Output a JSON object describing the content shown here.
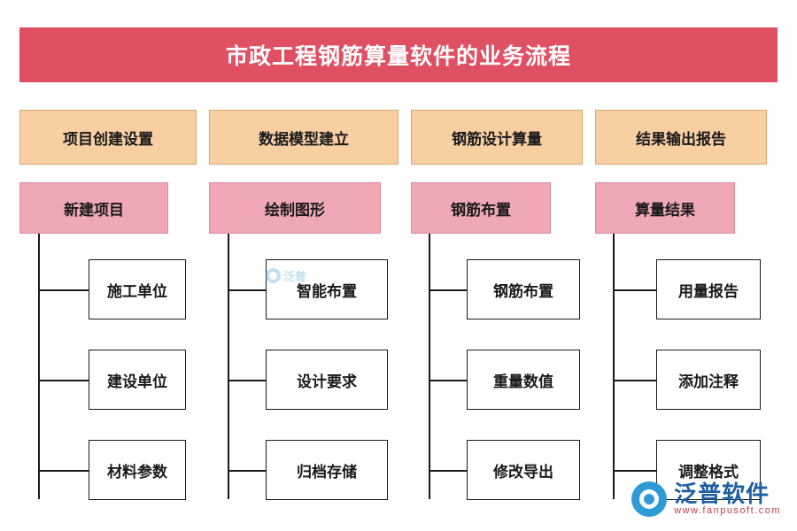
{
  "title": {
    "text": "市政工程钢筋算量软件的业务流程"
  },
  "colors": {
    "banner": "#e05063",
    "level1": "#f8cfa2",
    "level2": "#f0a8b4",
    "leaf": "#ffffff",
    "line": "#1a1a1a",
    "logo_blue": "#2f9bd6",
    "logo_text": "#1f5fa0",
    "logo_en": "#c23c4c"
  },
  "columns": [
    {
      "level1": "项目创建设置",
      "level2": "新建项目",
      "leaves": [
        "施工单位",
        "建设单位",
        "材料参数"
      ]
    },
    {
      "level1": "数据模型建立",
      "level2": "绘制图形",
      "leaves": [
        "智能布置",
        "设计要求",
        "归档存储"
      ]
    },
    {
      "level1": "钢筋设计算量",
      "level2": "钢筋布置",
      "leaves": [
        "钢筋布置",
        "重量数值",
        "修改导出"
      ]
    },
    {
      "level1": "结果输出报告",
      "level2": "算量结果",
      "leaves": [
        "用量报告",
        "添加注释",
        "调整格式"
      ]
    }
  ],
  "watermark": {
    "text": "泛普"
  },
  "logo": {
    "cn": "泛普软件",
    "en": "www.fanpusoft.com"
  }
}
